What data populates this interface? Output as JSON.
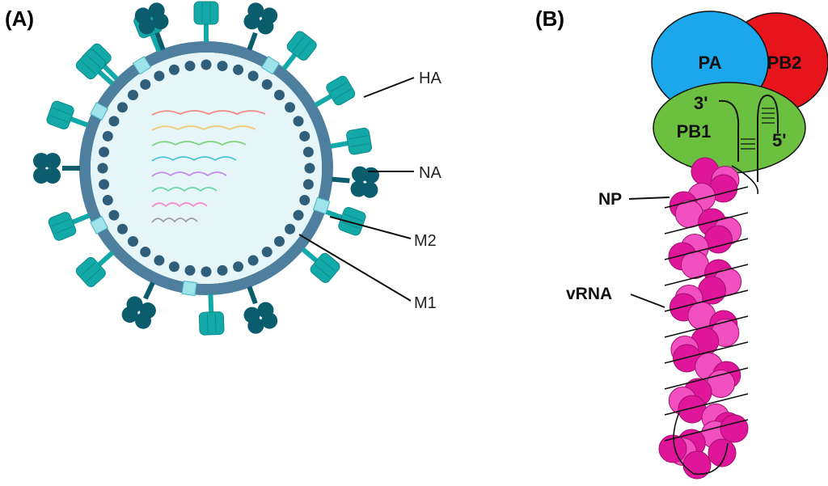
{
  "panels": {
    "a": {
      "label": "(A)",
      "callouts": {
        "ha": "HA",
        "na": "NA",
        "m2": "M2",
        "m1": "M1"
      }
    },
    "b": {
      "label": "(B)",
      "subunits": {
        "pa": "PA",
        "pb2": "PB2",
        "pb1": "PB1"
      },
      "ends": {
        "three_prime": "3'",
        "five_prime": "5'"
      },
      "callouts": {
        "np": "NP",
        "vrna": "vRNA"
      }
    }
  },
  "colors": {
    "envelope": "#4f7f9f",
    "matrix_bead": "#2f5f7a",
    "core": "#e6f5f8",
    "hemagglutinin": "#13a9a9",
    "neuraminidase": "#0b5d6e",
    "m2_channel": "#9de3e9",
    "pa": "#1aa7ec",
    "pb2": "#e8141c",
    "pb1": "#6cc040",
    "nucleoprotein": "#e0169a",
    "nucleoprotein_light": "#f24fc0",
    "rna_strands": [
      "#f28b82",
      "#f7c873",
      "#7fd37f",
      "#49c6d6",
      "#c48bf0",
      "#6fd6a8",
      "#f58fd0",
      "#9e9e9e"
    ]
  }
}
